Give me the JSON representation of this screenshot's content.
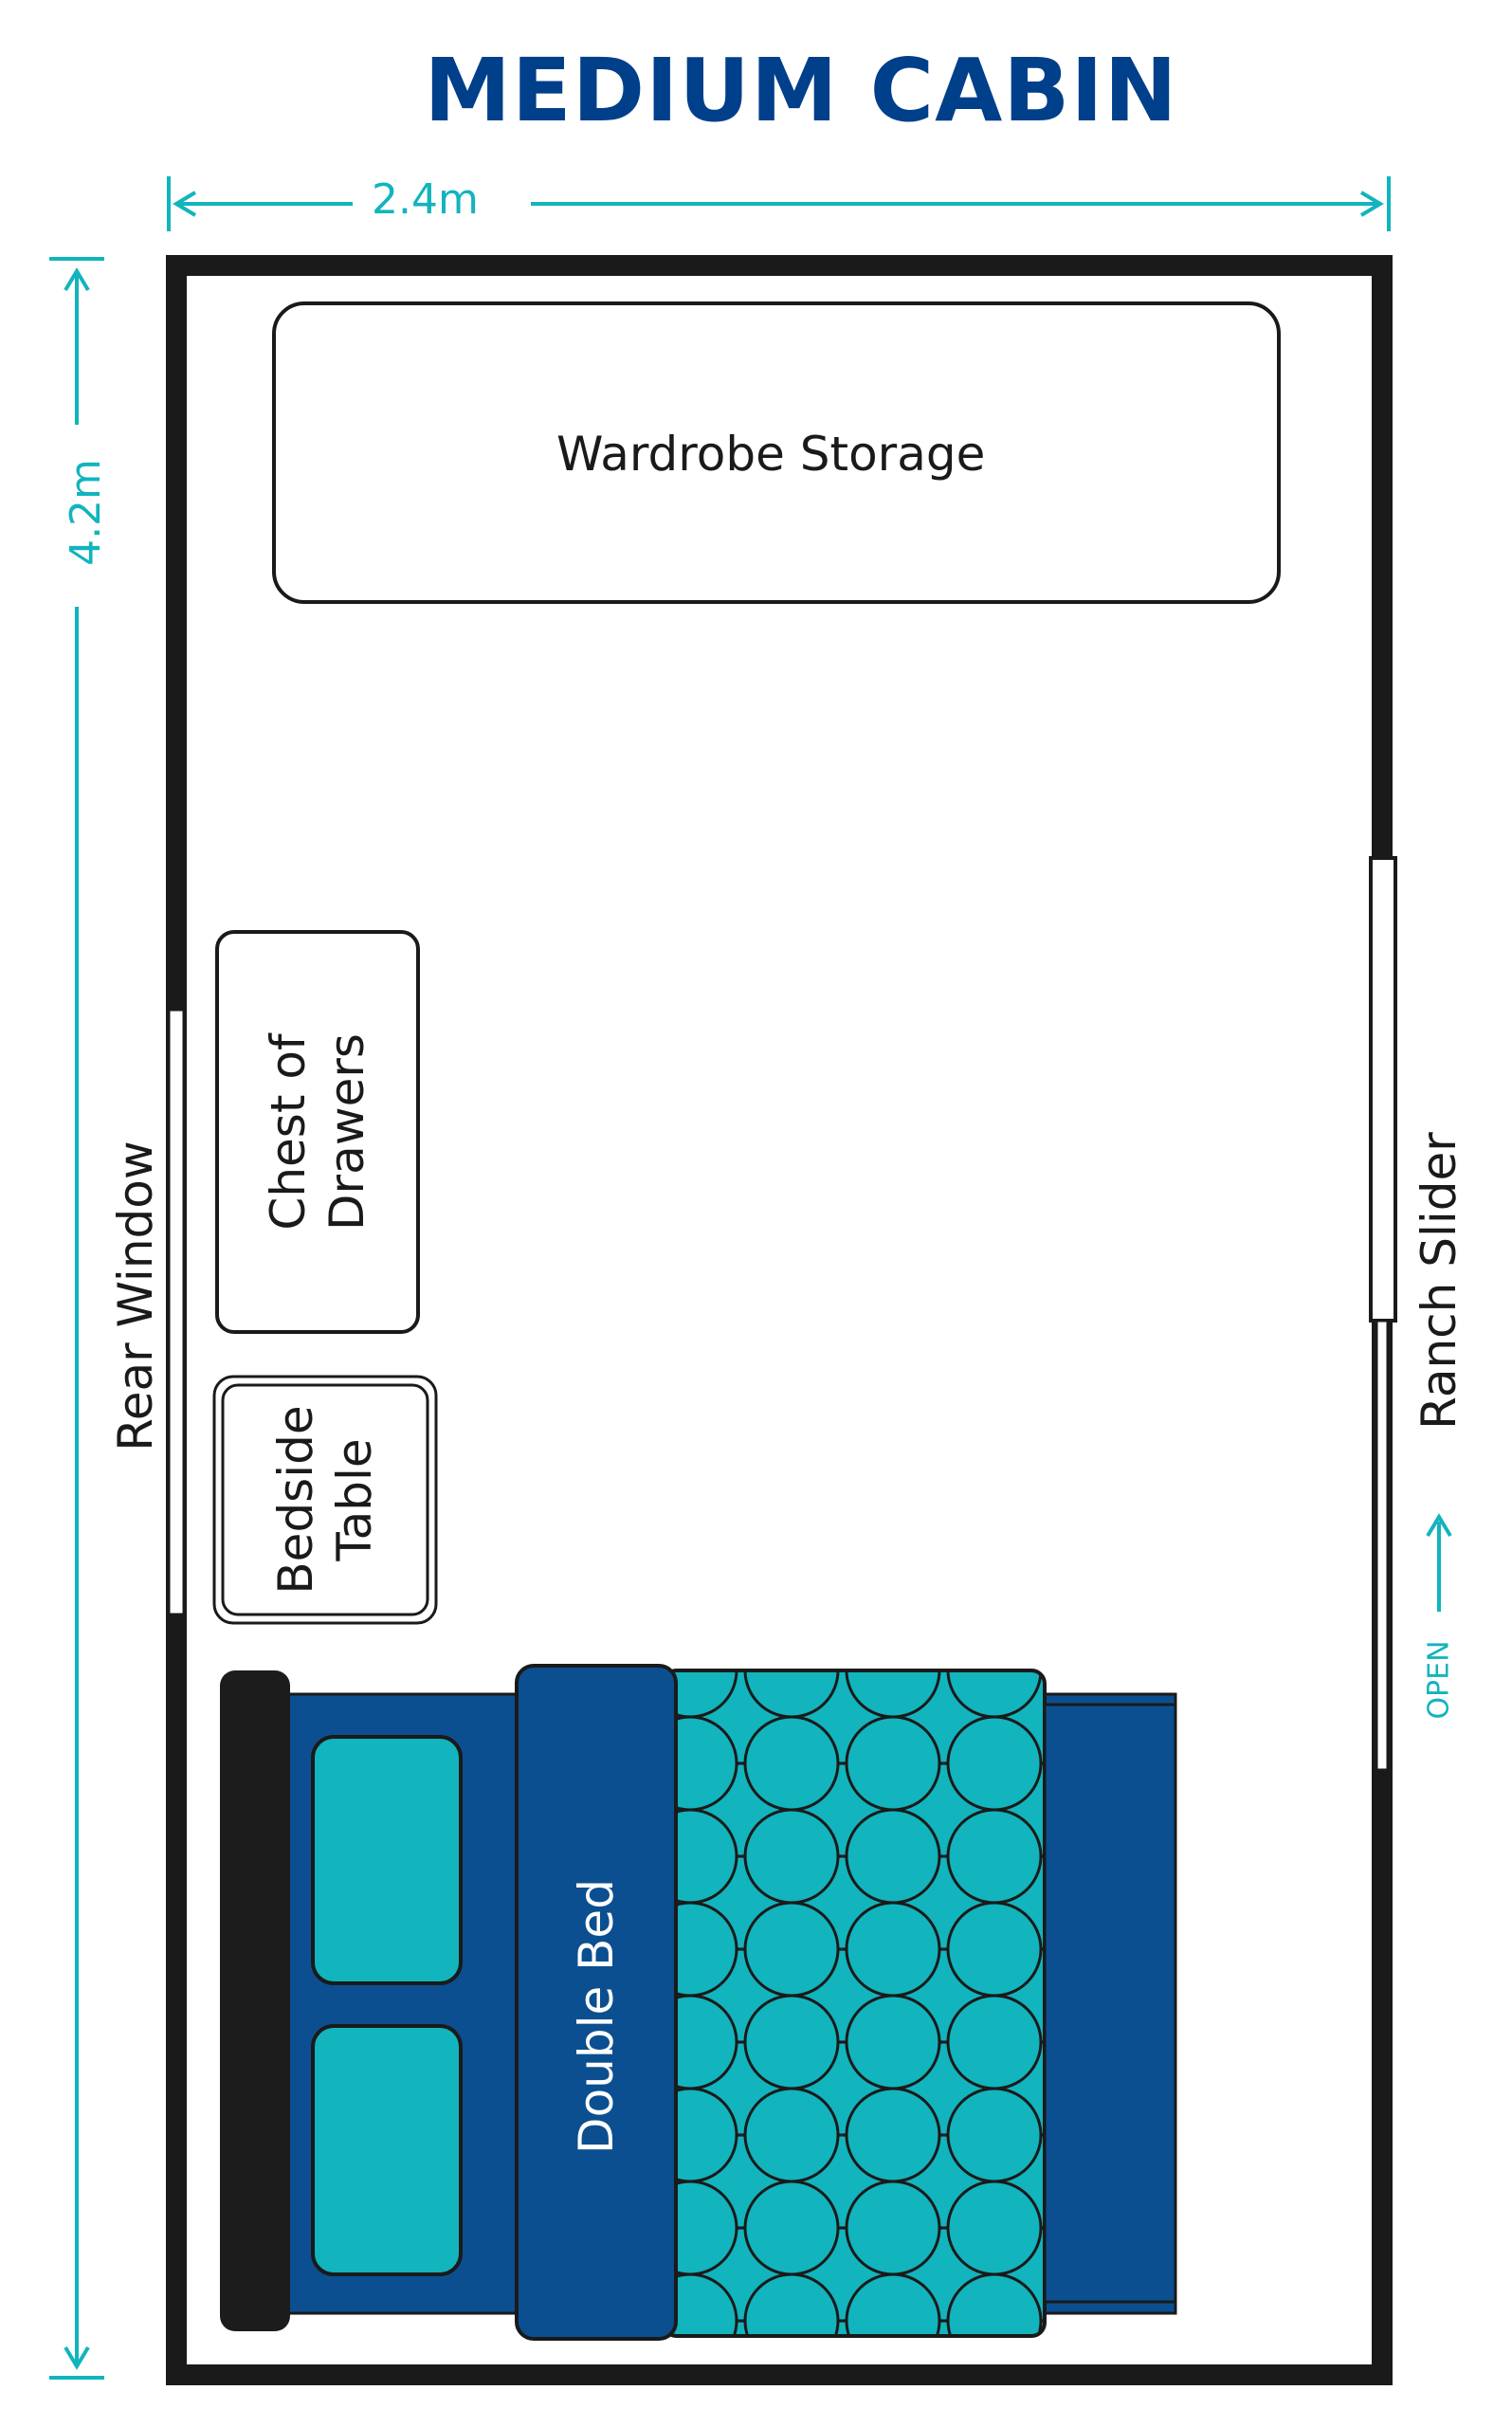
{
  "title": "MEDIUM CABIN",
  "dimensions": {
    "width": "2.4m",
    "length": "4.2m"
  },
  "labels": {
    "wardrobe": "Wardrobe Storage",
    "chest_line1": "Chest of",
    "chest_line2": "Drawers",
    "bedside_line1": "Bedside",
    "bedside_line2": "Table",
    "rear_window": "Rear Window",
    "ranch_slider": "Ranch Slider",
    "open": "OPEN",
    "bed": "Double Bed"
  },
  "colors": {
    "navy": "#003f8a",
    "teal": "#12b4bd",
    "wall": "#1a1a1a",
    "bed_blue": "#0b4f91",
    "headboard": "#1c1c1c"
  }
}
